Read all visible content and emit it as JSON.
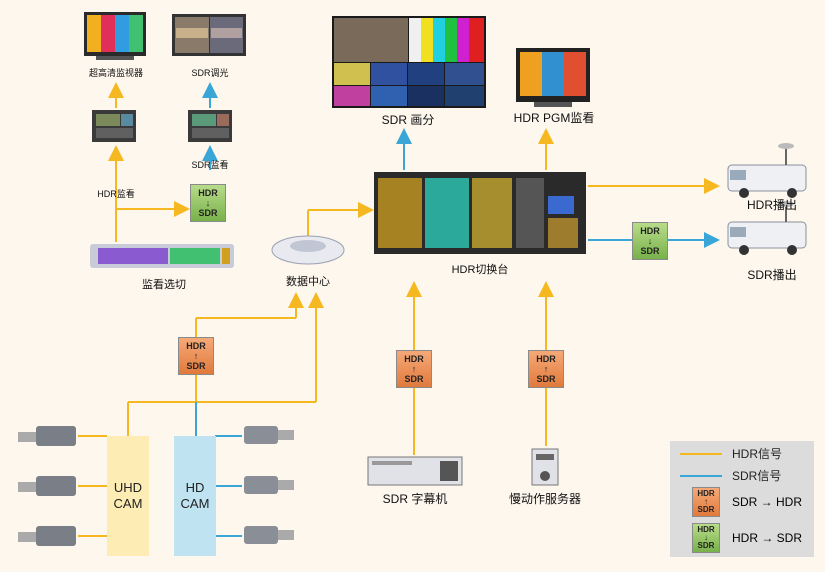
{
  "monitors": {
    "uhd_monitor_label": "超高清监视器",
    "sdr_adjust_label": "SDR调光",
    "hdr_monitoring_label": "HDR监看",
    "sdr_monitoring_label": "SDR监看"
  },
  "router": {
    "label": "监看选切"
  },
  "data_center": {
    "label": "数据中心"
  },
  "switcher": {
    "label": "HDR切换台"
  },
  "multiview": {
    "label": "SDR 画分"
  },
  "pgm": {
    "label": "HDR PGM监看"
  },
  "outputs": {
    "hdr": "HDR播出",
    "sdr": "SDR播出"
  },
  "cameras": {
    "uhd": [
      "UHD",
      "CAM"
    ],
    "hd": [
      "HD",
      "CAM"
    ]
  },
  "sources": {
    "caption": "SDR 字幕机",
    "slowmo": "慢动作服务器"
  },
  "converter": {
    "up": [
      "HDR",
      "↑",
      "SDR"
    ],
    "down": [
      "HDR",
      "↓",
      "SDR"
    ]
  },
  "legend": {
    "hdr_signal": "HDR信号",
    "sdr_signal": "SDR信号",
    "up_conv": "SDR → HDR",
    "down_conv": "HDR → SDR"
  },
  "colors": {
    "hdr": "#f5b820",
    "sdr": "#3aa6d8",
    "up_box": "#e8874a",
    "down_box": "#8fc063"
  }
}
